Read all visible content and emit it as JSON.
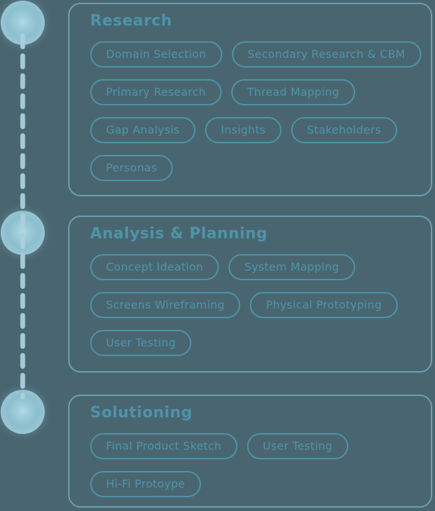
{
  "page": {
    "background_color": "#496670",
    "accent_color": "#4d94aa",
    "card_border_color": "#6ba2b3",
    "node_color": "#9bccd9",
    "connector_color": "#aacfdb"
  },
  "timeline": {
    "nodes": [
      "phase-1-node",
      "phase-2-node",
      "phase-3-node"
    ]
  },
  "sections": [
    {
      "title": "Research",
      "chips": [
        "Domain Selection",
        "Secondary Research & CBM",
        "Primary Research",
        "Thread Mapping",
        "Gap Analysis",
        "Insights",
        "Stakeholders",
        "Personas"
      ]
    },
    {
      "title": "Analysis & Planning",
      "chips": [
        "Concept Ideation",
        "System Mapping",
        "Screens Wireframing",
        "Physical Prototyping",
        "User Testing"
      ]
    },
    {
      "title": "Solutioning",
      "chips": [
        "Final Product Sketch",
        "User Testing",
        "Hi-Fi Protoype"
      ]
    }
  ]
}
